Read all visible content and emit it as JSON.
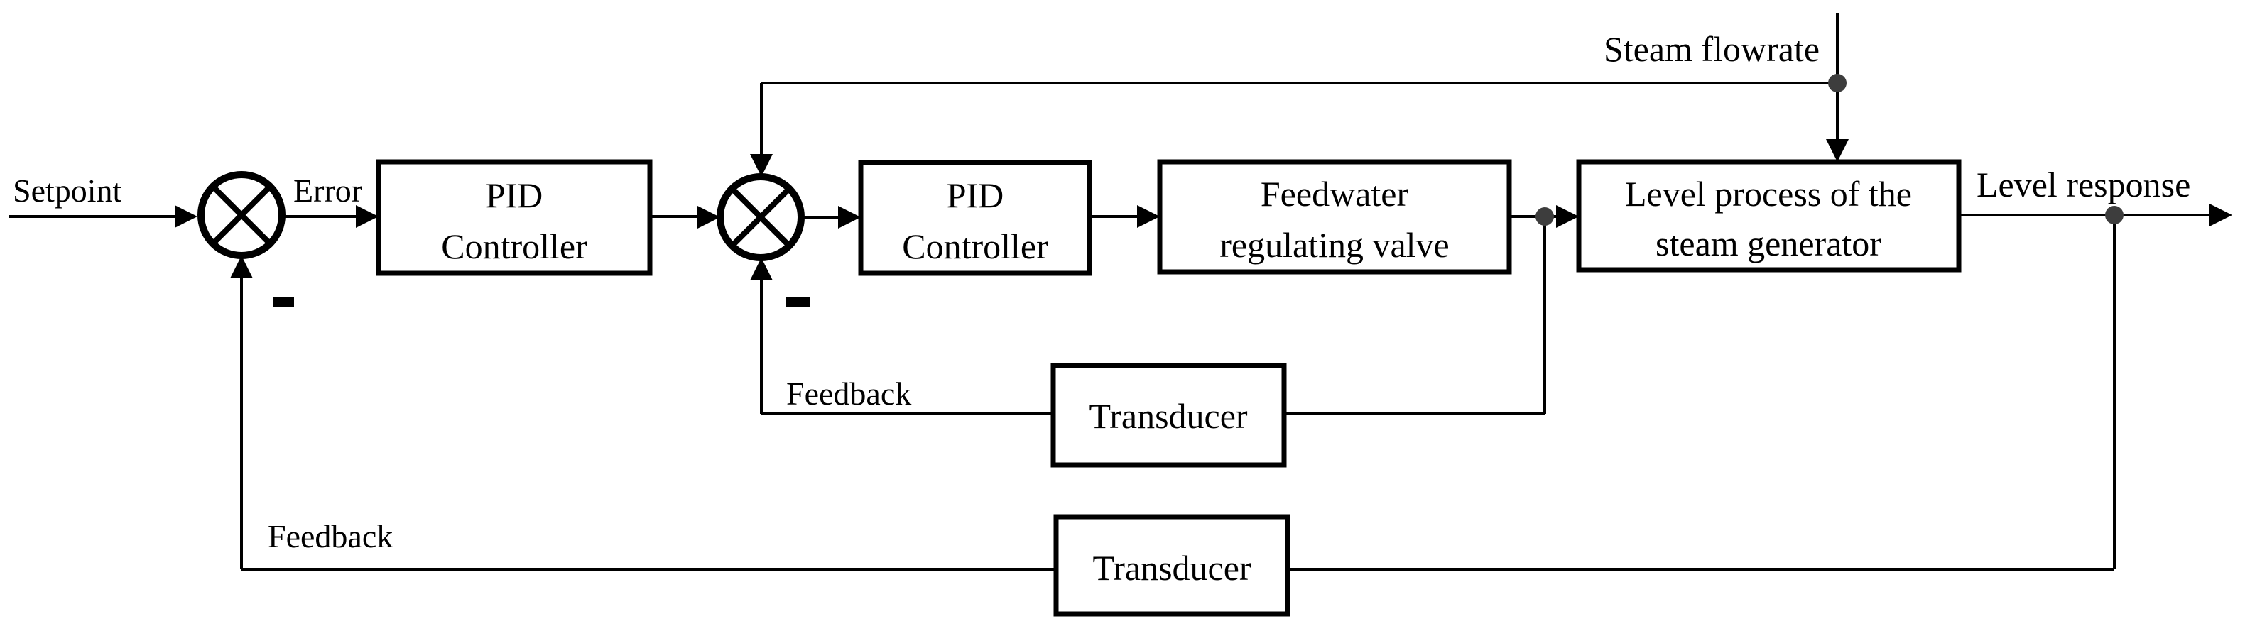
{
  "labels": {
    "setpoint": "Setpoint",
    "error": "Error",
    "steam_flowrate": "Steam flowrate",
    "level_response": "Level response",
    "feedback_inner": "Feedback",
    "feedback_outer": "Feedback"
  },
  "blocks": {
    "pid_controller_1": {
      "line1": "PID",
      "line2": "Controller"
    },
    "pid_controller_2": {
      "line1": "PID",
      "line2": "Controller"
    },
    "feedwater_valve": {
      "line1": "Feedwater",
      "line2": "regulating valve"
    },
    "level_process": {
      "line1": "Level process of the",
      "line2": "steam generator"
    },
    "transducer_inner": {
      "label": "Transducer"
    },
    "transducer_outer": {
      "label": "Transducer"
    }
  },
  "signs": {
    "sj1_minus": "−",
    "sj2_minus": "−"
  },
  "colors": {
    "ink": "#000000",
    "node_dot": "#3d3d3d",
    "background": "#ffffff"
  }
}
